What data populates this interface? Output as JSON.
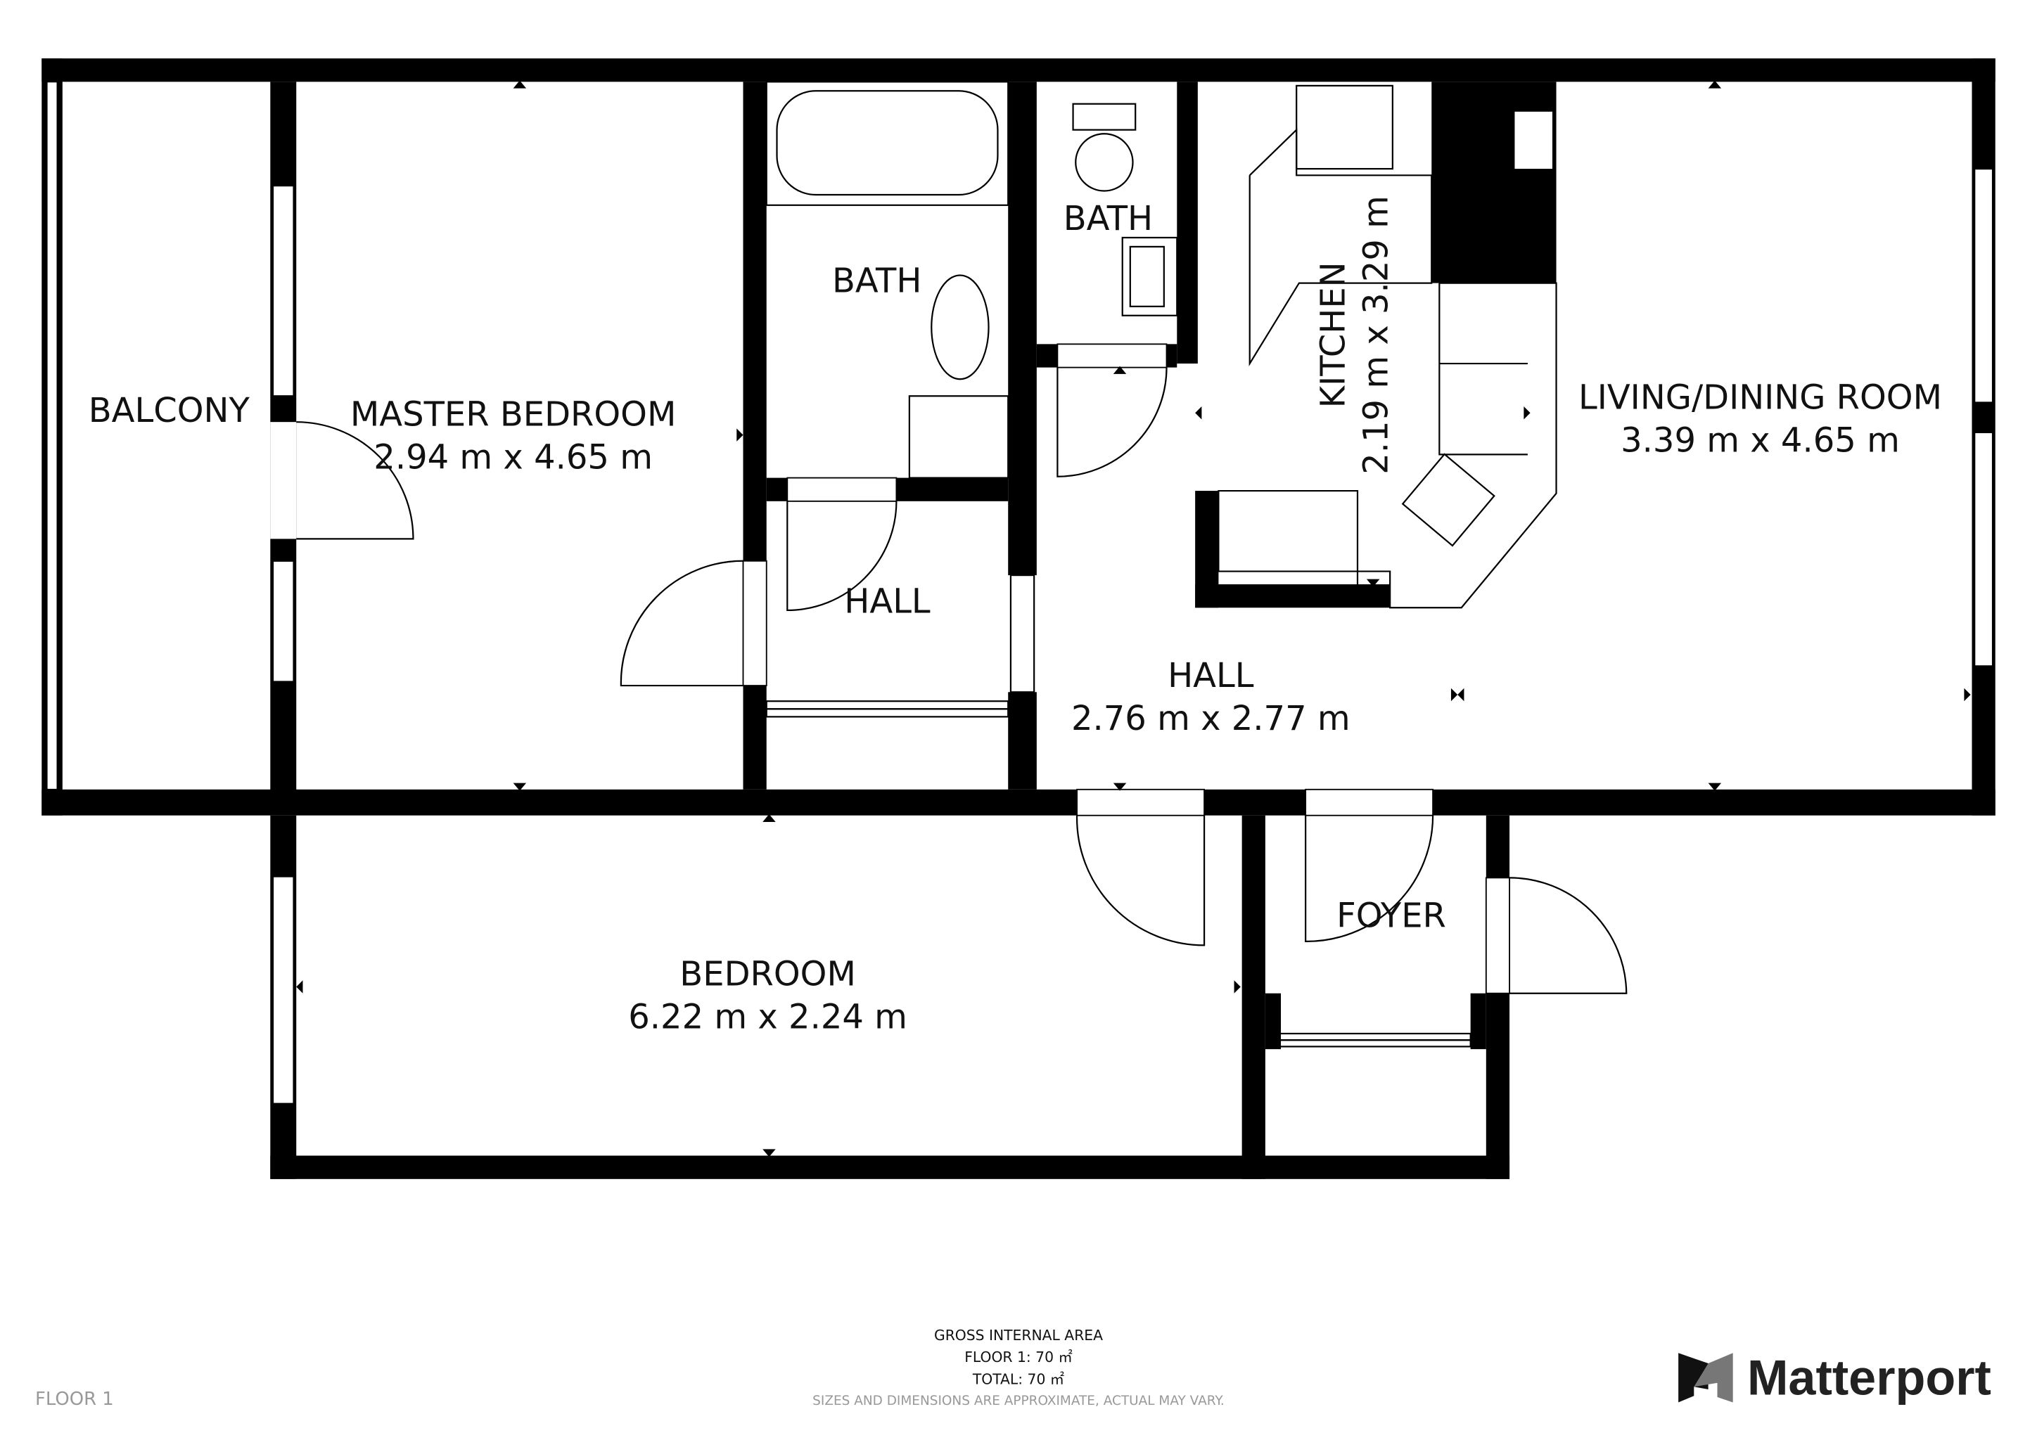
{
  "rooms": {
    "balcony": {
      "name": "BALCONY"
    },
    "master_bedroom": {
      "name": "MASTER BEDROOM",
      "size": "2.94 m x 4.65 m"
    },
    "bath1": {
      "name": "BATH"
    },
    "bath2": {
      "name": "BATH"
    },
    "kitchen": {
      "name": "KITCHEN",
      "size": "2.19 m x 3.29 m"
    },
    "living": {
      "name": "LIVING/DINING ROOM",
      "size": "3.39 m x 4.65 m"
    },
    "hall_small": {
      "name": "HALL"
    },
    "hall": {
      "name": "HALL",
      "size": "2.76 m x 2.77 m"
    },
    "bedroom": {
      "name": "BEDROOM",
      "size": "6.22 m x 2.24 m"
    },
    "foyer": {
      "name": "FOYER"
    }
  },
  "footer": {
    "title": "GROSS INTERNAL AREA",
    "floor_area": "FLOOR 1: 70 ㎡",
    "total_area": "TOTAL: 70 ㎡",
    "disclaimer": "SIZES AND DIMENSIONS ARE APPROXIMATE, ACTUAL MAY VARY.",
    "floor_label": "FLOOR 1",
    "brand": "Matterport"
  }
}
